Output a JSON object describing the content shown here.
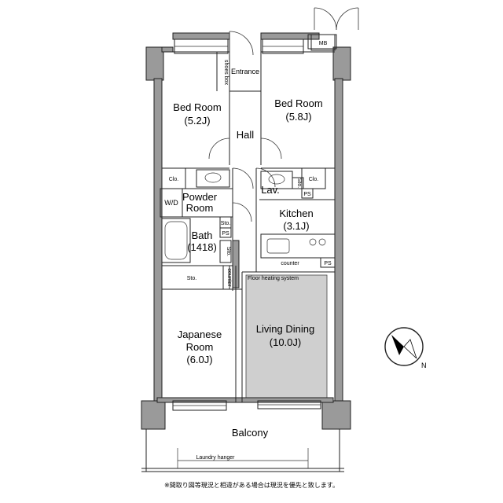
{
  "rooms": {
    "bedroom_left": {
      "name": "Bed Room",
      "size": "(5.2J)"
    },
    "bedroom_right": {
      "name": "Bed Room",
      "size": "(5.8J)"
    },
    "entrance": "Entrance",
    "shoes_box": "shoes box",
    "hall": "Hall",
    "mb": "MB",
    "clo_left": "Clo.",
    "clo_right": "Clo.",
    "lav": "Lav.",
    "sto_lav": "Sto.",
    "ps_lav": "PS",
    "wd": "W/D",
    "powder_room": {
      "name": "Powder",
      "name2": "Room"
    },
    "kitchen": {
      "name": "Kitchen",
      "size": "(3.1J)"
    },
    "bath": {
      "name": "Bath",
      "size": "(1418)"
    },
    "sto_bath_top": "Sto.",
    "ps_bath": "PS",
    "sto_bath_side": "Sto.",
    "kitchen_counter": "counter",
    "ps_kitchen": "PS",
    "sto_japanese": "Sto.",
    "counter_vertical": "counter",
    "floor_heating": "Floor heating system",
    "japanese_room": {
      "name": "Japanese",
      "name2": "Room",
      "size": "(6.0J)"
    },
    "living_dining": {
      "name": "Living Dining",
      "size": "(10.0J)"
    },
    "balcony": "Balcony",
    "laundry_hanger": "Laundry hanger"
  },
  "compass": {
    "label": "N"
  },
  "footnote": "※間取り図等現況と相違がある場合は現況を優先と致します。",
  "colors": {
    "wall": "#9a9a9a",
    "heating": "#cfcfcf",
    "line": "#222222"
  }
}
